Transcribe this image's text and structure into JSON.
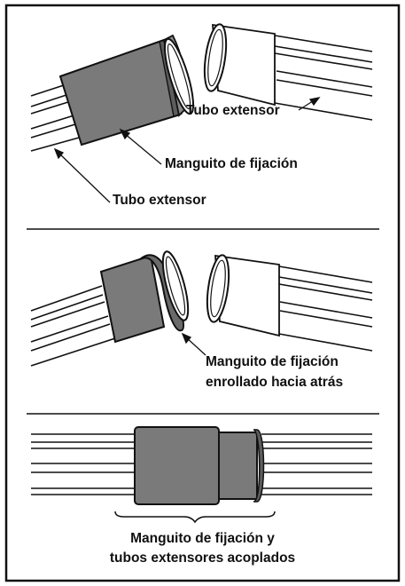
{
  "panel1": {
    "label_tube_right": "Tubo extensor",
    "label_cuff": "Manguito de fijación",
    "label_tube_left": "Tubo extensor"
  },
  "panel2": {
    "label_line1": "Manguito de fijación",
    "label_line2": "enrollado hacia atrás"
  },
  "panel3": {
    "label_line1": "Manguito de fijación y",
    "label_line2": "tubos extensores acoplados"
  },
  "colors": {
    "cuff_fill": "#7a7a7a",
    "cuff_shade": "#5d5d5d",
    "line": "#111111",
    "paper": "#ffffff"
  }
}
